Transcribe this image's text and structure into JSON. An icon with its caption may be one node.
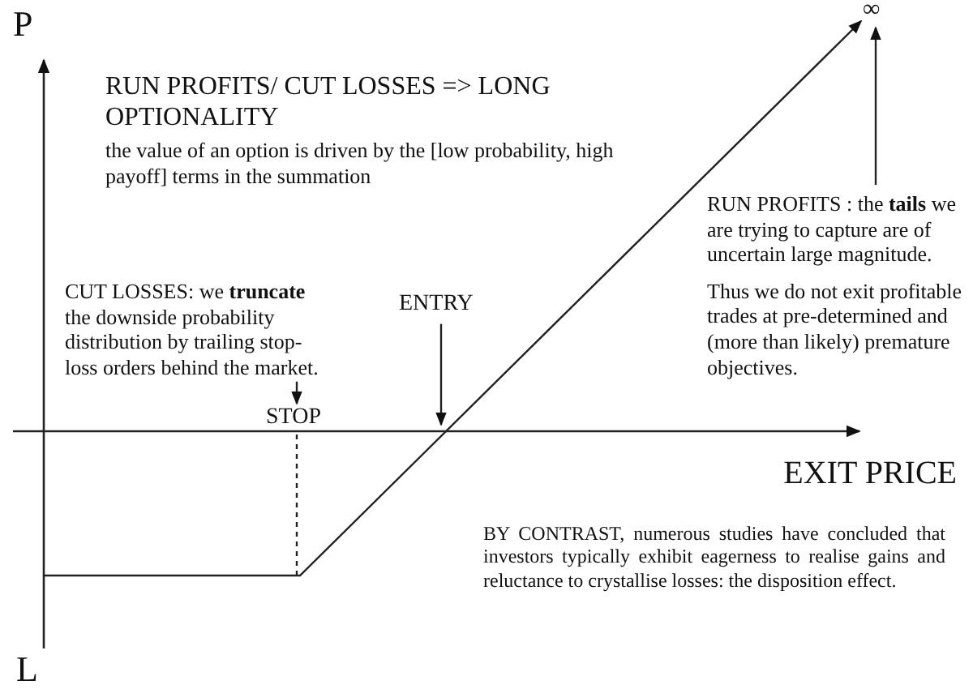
{
  "diagram": {
    "title": "RUN PROFITS/ CUT LOSSES => LONG OPTIONALITY",
    "nodes": [
      {
        "text": [
          "CUT LOSSES: we **truncate** the downside probability distribution by trailing stop-loss orders behind the market."
        ]
      },
      {
        "text": [
          "STOP"
        ]
      },
      {
        "text": [
          "ENTRY"
        ]
      },
      {
        "text": [
          "∞"
        ]
      },
      {
        "text": [
          "RUN PROFITS : the **tails** we are trying to capture are of uncertain large magnitude.",
          "Thus we do not exit profitable trades at pre-determined and (more than likely) premature objectives."
        ]
      }
    ],
    "edges": [
      {
        "from": 0,
        "to": 1,
        "arrow": "to"
      },
      {
        "from": 2,
        "to": null,
        "arrow": "to"
      },
      {
        "from": 4,
        "to": 3,
        "arrow": "to"
      },
      {
        "from": null,
        "to": 3,
        "arrow": "to"
      }
    ],
    "labels": [
      "P",
      "the value of an option is driven by the [low probability, high payoff] terms in the summation",
      "EXIT PRICE",
      "BY CONTRAST, numerous studies have concluded that investors typically exhibit eagerness to realise gains and reluctance to crystallise losses: the disposition effect.",
      "L"
    ]
  }
}
